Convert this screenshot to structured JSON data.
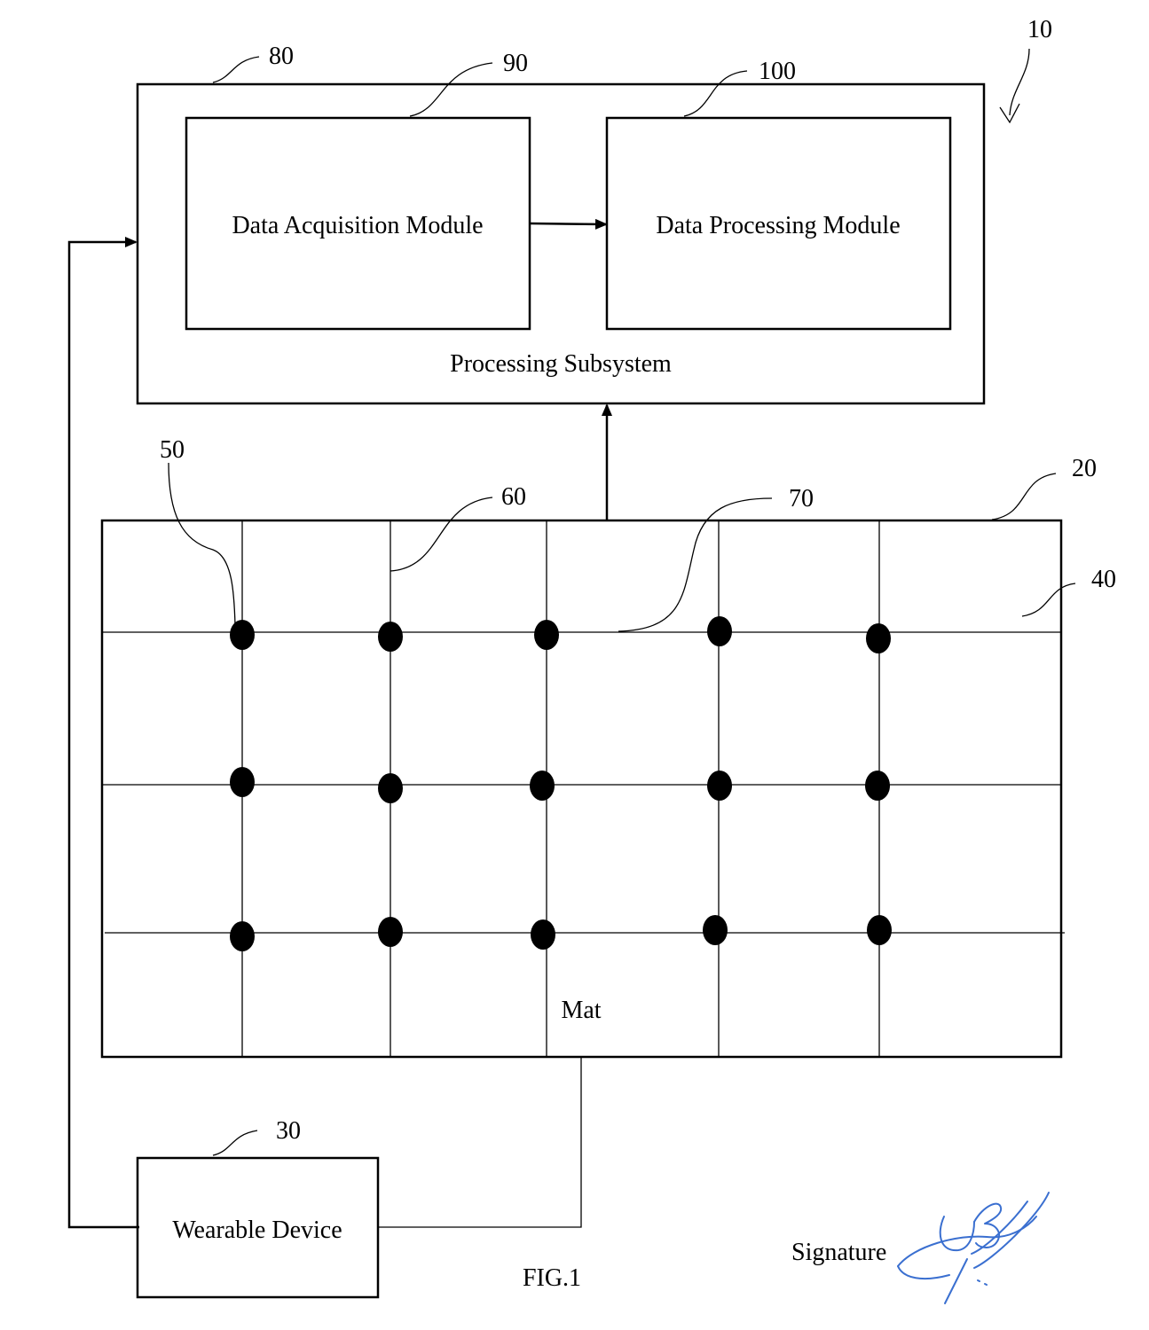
{
  "figure_caption": "FIG.1",
  "reference_numerals": {
    "system": "10",
    "mat": "20",
    "wearable": "30",
    "mat_region": "40",
    "sensor": "50",
    "vertical_line": "60",
    "horizontal_line": "70",
    "processing_subsystem": "80",
    "data_acquisition": "90",
    "data_processing": "100"
  },
  "blocks": {
    "processing_subsystem": "Processing Subsystem",
    "data_acquisition_module": "Data Acquisition Module",
    "data_processing_module": "Data Processing Module",
    "mat": "Mat",
    "wearable_device": "Wearable Device"
  },
  "signature": {
    "label": "Signature",
    "ink_color": "#3a6fd0"
  },
  "sensor_grid": {
    "rows": 3,
    "columns": 5
  },
  "colors": {
    "line": "#000000",
    "background": "#ffffff"
  }
}
